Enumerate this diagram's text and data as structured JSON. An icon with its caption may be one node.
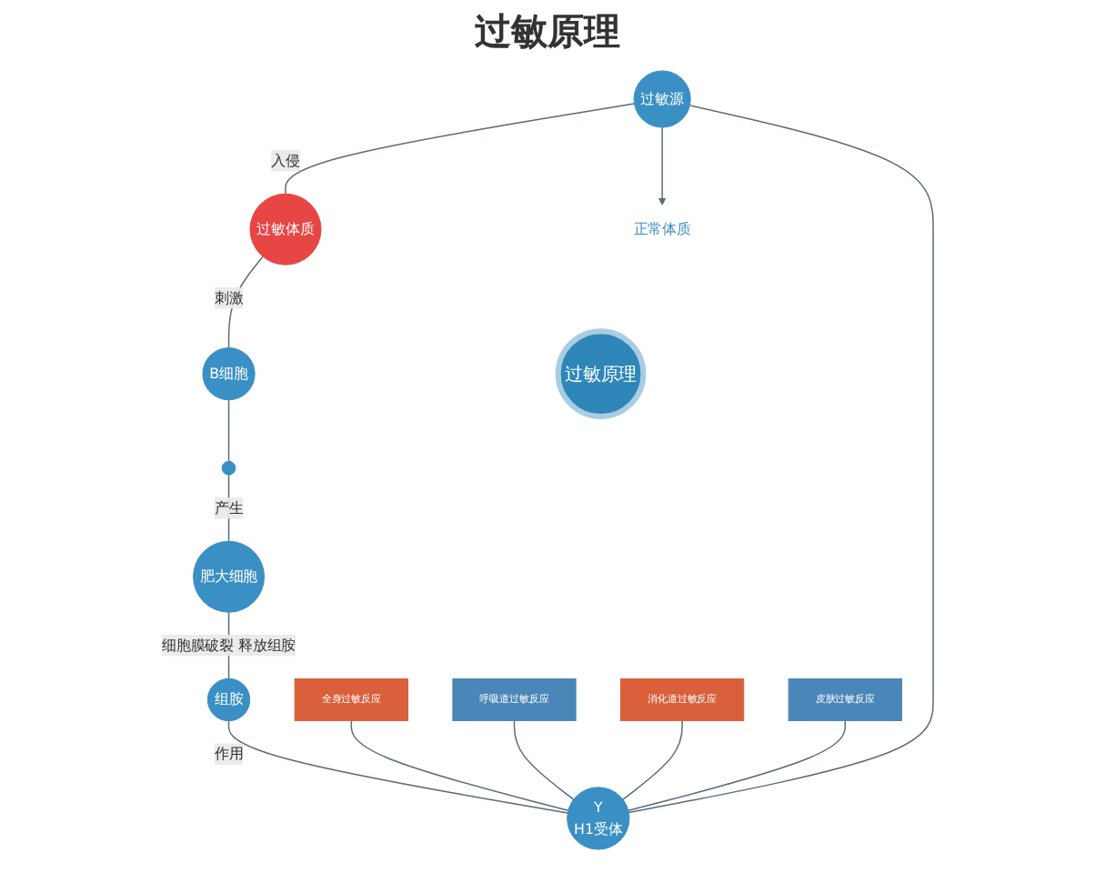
{
  "diagram": {
    "title": "过敏原理",
    "nodes": [
      {
        "text": [
          "过敏原理"
        ]
      },
      {
        "text": [
          "过敏源"
        ]
      },
      {
        "text": [
          "过敏体质"
        ]
      },
      {
        "text": [
          "B细胞"
        ]
      },
      {
        "text": [],
        "shape": "circle"
      },
      {
        "text": [
          "肥大细胞"
        ]
      },
      {
        "text": [
          "组胺"
        ]
      },
      {
        "text": [
          "Y",
          "H1受体"
        ]
      },
      {
        "text": [
          "全身过敏反应"
        ]
      },
      {
        "text": [
          "呼吸道过敏反应"
        ]
      },
      {
        "text": [
          "消化道过敏反应"
        ]
      },
      {
        "text": [
          "皮肤过敏反应"
        ]
      },
      {
        "text": [
          "正常体质"
        ]
      }
    ],
    "edges": [
      {
        "from": 1,
        "to": 2,
        "arrow": "none",
        "label": "入侵"
      },
      {
        "from": 2,
        "to": 3,
        "arrow": "none",
        "label": "刺激"
      },
      {
        "from": 3,
        "to": 4,
        "arrow": "none"
      },
      {
        "from": 4,
        "to": 5,
        "arrow": "none",
        "label": "产生"
      },
      {
        "from": 5,
        "to": 6,
        "arrow": "none",
        "label": "细胞膜破裂 释放组胺"
      },
      {
        "from": 6,
        "to": 7,
        "arrow": "none",
        "label": "作用"
      },
      {
        "from": 7,
        "to": 1,
        "arrow": "none"
      },
      {
        "from": 1,
        "to": 12,
        "arrow": "to"
      },
      {
        "from": 8,
        "to": 7,
        "arrow": "none"
      },
      {
        "from": 9,
        "to": 7,
        "arrow": "none"
      },
      {
        "from": 10,
        "to": 7,
        "arrow": "none"
      },
      {
        "from": 11,
        "to": 7,
        "arrow": "none"
      }
    ]
  }
}
